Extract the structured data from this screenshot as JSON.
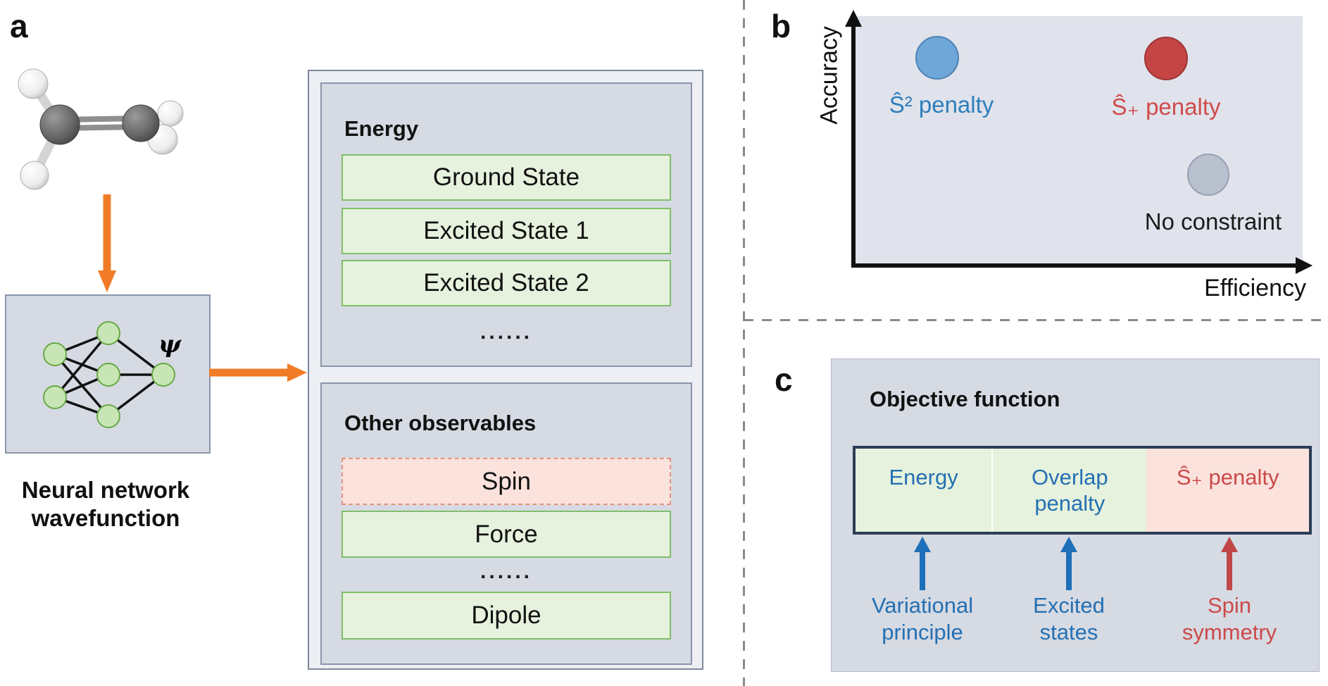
{
  "figure": {
    "panel_a": {
      "label": "a",
      "psi": "ψ",
      "caption": {
        "line1": "Neural network",
        "line2": "wavefunction"
      },
      "energy_box": {
        "title": "Energy",
        "rows": [
          "Ground State",
          "Excited State 1",
          "Excited State 2"
        ],
        "ellipsis": "......"
      },
      "observables_box": {
        "title": "Other observables",
        "spin": "Spin",
        "force": "Force",
        "ellipsis": "......",
        "dipole": "Dipole"
      }
    },
    "panel_b": {
      "label": "b",
      "y_axis": "Accuracy",
      "x_axis": "Efficiency",
      "points": [
        {
          "label": "Ŝ² penalty",
          "color": "#6fa8d8"
        },
        {
          "label": "Ŝ₊ penalty",
          "color": "#c54545"
        },
        {
          "label": "No constraint",
          "color": "#b9c0ce"
        }
      ]
    },
    "panel_c": {
      "label": "c",
      "title": "Objective function",
      "bar": {
        "cell1": "Energy",
        "cell2_line1": "Overlap",
        "cell2_line2": "penalty",
        "cell3": "Ŝ₊ penalty"
      },
      "annotations": [
        {
          "line1": "Variational",
          "line2": "principle"
        },
        {
          "line1": "Excited",
          "line2": "states"
        },
        {
          "line1": "Spin",
          "line2": "symmetry"
        }
      ]
    },
    "colors": {
      "accent_orange": "#f07c28",
      "blue_text": "#2470b3",
      "red_text": "#cb4a4a",
      "panel_fill": "#d6dae3",
      "plot_fill": "#e0e3eb",
      "green_fill": "#e6f2dd",
      "green_border": "#7fbf68",
      "pink_fill": "#fbe2dd",
      "pink_border": "#e59182",
      "navy_border": "#2c3d55",
      "node_green": "#c8e6b5",
      "blue_dot": "#6fa8d8",
      "red_dot": "#c54545",
      "gray_dot": "#b9c0ce"
    }
  }
}
